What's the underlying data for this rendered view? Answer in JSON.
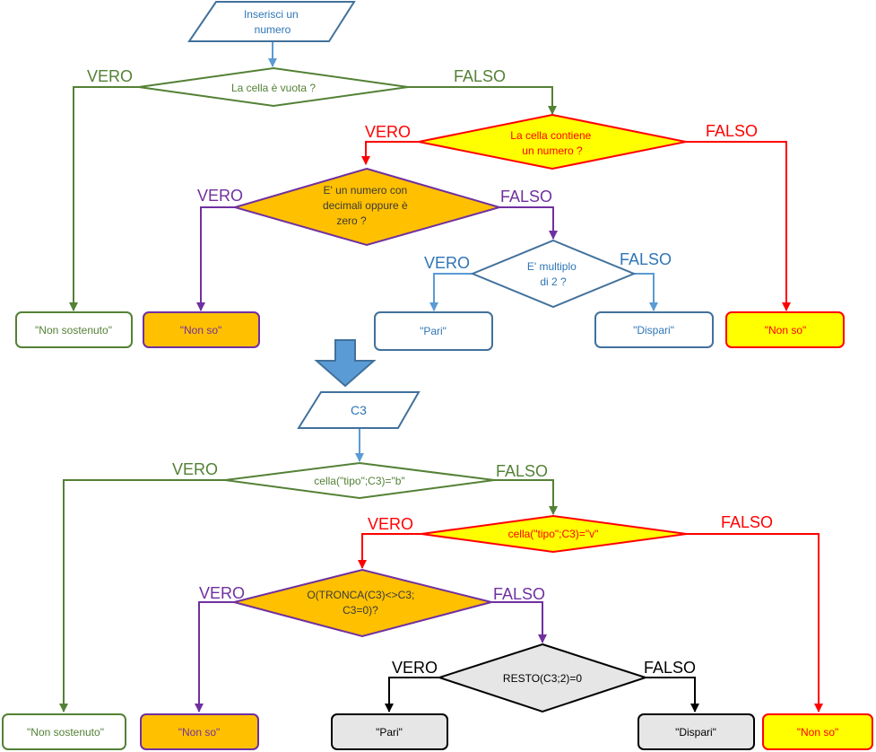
{
  "colors": {
    "blue": "#41719c",
    "blue_light": "#5b9bd5",
    "green": "#538135",
    "red": "#ff0000",
    "purple": "#7030a0",
    "yellow_fill": "#ffff00",
    "orange_fill": "#ffc000",
    "gray_fill": "#e7e6e6",
    "black": "#000000"
  },
  "top": {
    "input": [
      "Inserisci un",
      "numero"
    ],
    "d1": {
      "text": [
        "La cella è vuota ?"
      ],
      "yes": "VERO",
      "no": "FALSO"
    },
    "d2": {
      "text": [
        "La cella contiene",
        "un numero ?"
      ],
      "yes": "VERO",
      "no": "FALSO"
    },
    "d3": {
      "text": [
        "E' un numero con",
        "decimali oppure è",
        "zero ?"
      ],
      "yes": "VERO",
      "no": "FALSO"
    },
    "d4": {
      "text": [
        "E' multiplo",
        "di 2 ?"
      ],
      "yes": "VERO",
      "no": "FALSO"
    },
    "results": {
      "non_sostenuto": "\"Non  sostenuto\"",
      "non_so_orange": "\"Non so\"",
      "pari": "\"Pari\"",
      "dispari": "\"Dispari\"",
      "non_so_yellow": "\"Non so\""
    }
  },
  "bottom": {
    "input": [
      "C3"
    ],
    "d1": {
      "text": [
        "cella(\"tipo\";C3)=\"b\""
      ],
      "yes": "VERO",
      "no": "FALSO"
    },
    "d2": {
      "text": [
        "cella(\"tipo\";C3)=\"v\""
      ],
      "yes": "VERO",
      "no": "FALSO"
    },
    "d3": {
      "text": [
        "O(TRONCA(C3)<>C3;",
        "C3=0)?"
      ],
      "yes": "VERO",
      "no": "FALSO"
    },
    "d4": {
      "text": [
        "RESTO(C3;2)=0"
      ],
      "yes": "VERO",
      "no": "FALSO"
    },
    "results": {
      "non_sostenuto": "\"Non  sostenuto\"",
      "non_so_orange": "\"Non so\"",
      "pari": "\"Pari\"",
      "dispari": "\"Dispari\"",
      "non_so_yellow": "\"Non so\""
    }
  }
}
